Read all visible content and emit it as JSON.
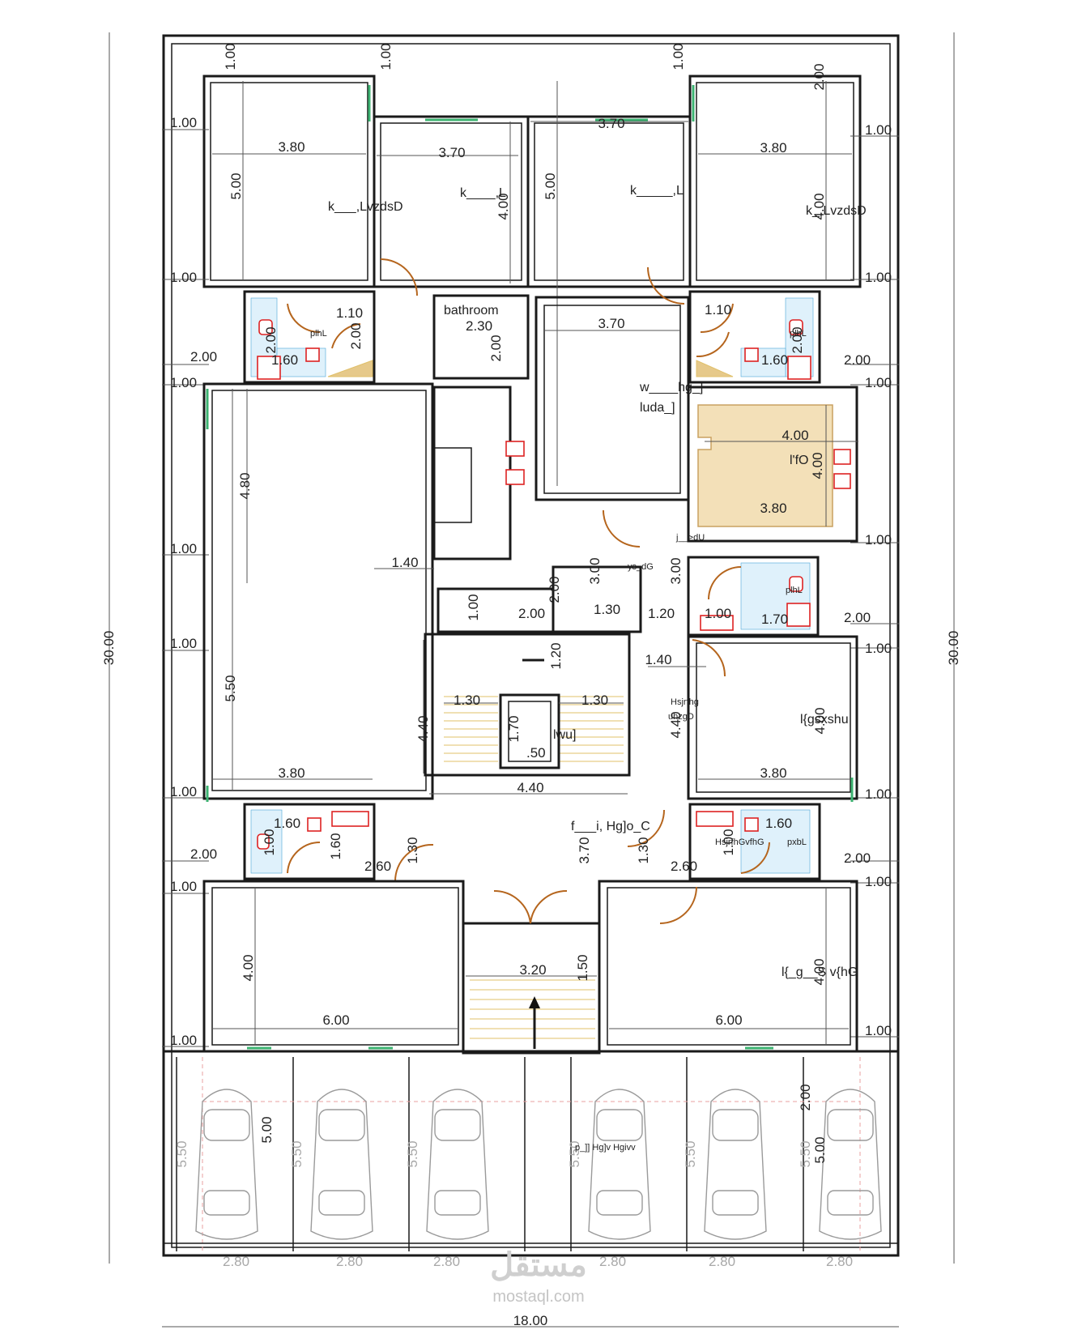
{
  "overall": {
    "width": "18.00",
    "height": "30.00"
  },
  "rooms": {
    "tl_room": "k___,LvzdsD",
    "tc_left": "k____,L",
    "tc_right": "k_____,L",
    "tr_room": "k_,LvzdsD",
    "bathroom": "bathroom",
    "light_well_a": "w____hg_]",
    "light_well_b": "luda_]",
    "kitchen_r": "l'fO",
    "corridor_r": "j__>dU",
    "store": "ys_dG",
    "lift": "lwu]",
    "reception_r": "l{gsxshu",
    "hall_label_a": "Hsjrfhg",
    "hall_label_b": "uhzgD",
    "entrance": "f___i, Hg]o_C",
    "br_room": "l{_g__S v{hG",
    "bath_label_r": "HsjrfhGvfhG",
    "bath_small": "pxbL",
    "bath_tl": "plhL",
    "bath_tr": "plhL",
    "bath_mr": "plhL",
    "parking": "p_]] Hg]v Hgivv"
  },
  "dims": {
    "d100": "1.00",
    "d200": "2.00",
    "d380": "3.80",
    "d370": "3.70",
    "d500": "5.00",
    "d400": "4.00",
    "d110": "1.10",
    "d160": "1.60",
    "d230": "2.30",
    "d480": "4.80",
    "d140": "1.40",
    "d550": "5.50",
    "d300": "3.00",
    "d130": "1.30",
    "d120": "1.20",
    "d170": "1.70",
    "d440": "4.40",
    "d050": ".50",
    "d260": "2.60",
    "d320": "3.20",
    "d150": "1.50",
    "d600": "6.00",
    "d280": "2.80"
  },
  "watermark": {
    "main": "مستقل",
    "sub": "mostaql.com"
  }
}
